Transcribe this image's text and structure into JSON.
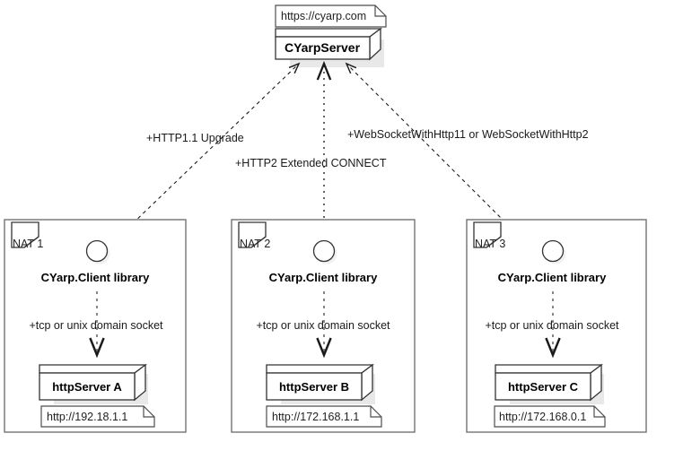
{
  "diagram": {
    "title_note": "https://cyarp.com",
    "server": {
      "label": "CYarpServer"
    },
    "connections": [
      {
        "id": "conn-http11",
        "label": "+HTTP1.1 Upgrade",
        "style": "dashed",
        "from": "NAT 1",
        "to": "CYarpServer"
      },
      {
        "id": "conn-http2",
        "label": "+HTTP2 Extended CONNECT",
        "style": "dotted",
        "from": "NAT 2",
        "to": "CYarpServer"
      },
      {
        "id": "conn-websocket",
        "label": "+WebSocketWithHttp11 or WebSocketWithHttp2",
        "style": "dashed",
        "from": "NAT 3",
        "to": "CYarpServer"
      }
    ],
    "nats": [
      {
        "id": "nat-1",
        "name": "NAT 1",
        "client_label": "CYarp.Client library",
        "link_label": "+tcp or unix domain socket",
        "server_label": "httpServer A",
        "url_note": "http://192.18.1.1"
      },
      {
        "id": "nat-2",
        "name": "NAT 2",
        "client_label": "CYarp.Client library",
        "link_label": "+tcp or unix domain socket",
        "server_label": "httpServer B",
        "url_note": "http://172.168.1.1"
      },
      {
        "id": "nat-3",
        "name": "NAT 3",
        "client_label": "CYarp.Client library",
        "link_label": "+tcp or unix domain socket",
        "server_label": "httpServer C",
        "url_note": "http://172.168.0.1"
      }
    ],
    "colors": {
      "stroke": "#4d4d4d",
      "stroke_dark": "#333333",
      "shadow": "#e6e6e6",
      "background": "#ffffff"
    }
  }
}
